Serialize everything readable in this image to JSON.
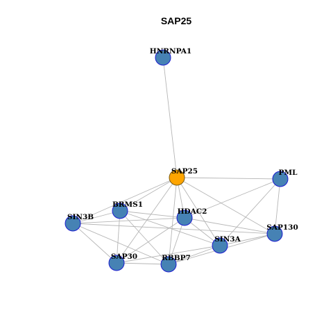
{
  "title": "SAP25",
  "colors": {
    "default_node_fill": "#4682b4",
    "default_node_stroke": "#1c1cd0",
    "highlight_node_fill": "#ffa500",
    "highlight_node_stroke": "#7a5a10",
    "edge": "#b5b5b5"
  },
  "nodes": [
    {
      "id": "HNRNPA1",
      "label": "HNRNPA1",
      "highlight": false
    },
    {
      "id": "SAP25",
      "label": "SAP25",
      "highlight": true
    },
    {
      "id": "PML",
      "label": "PML",
      "highlight": false
    },
    {
      "id": "BRMS1",
      "label": "BRMS1",
      "highlight": false
    },
    {
      "id": "HDAC2",
      "label": "HDAC2",
      "highlight": false
    },
    {
      "id": "SIN3B",
      "label": "SIN3B",
      "highlight": false
    },
    {
      "id": "SAP130",
      "label": "SAP130",
      "highlight": false
    },
    {
      "id": "SIN3A",
      "label": "SIN3A",
      "highlight": false
    },
    {
      "id": "SAP30",
      "label": "SAP30",
      "highlight": false
    },
    {
      "id": "RBBP7",
      "label": "RBBP7",
      "highlight": false
    }
  ],
  "edges": [
    [
      "HNRNPA1",
      "SAP25"
    ],
    [
      "SAP25",
      "PML"
    ],
    [
      "SAP25",
      "BRMS1"
    ],
    [
      "SAP25",
      "HDAC2"
    ],
    [
      "SAP25",
      "SIN3B"
    ],
    [
      "SAP25",
      "SIN3A"
    ],
    [
      "SAP25",
      "SAP130"
    ],
    [
      "SAP25",
      "SAP30"
    ],
    [
      "SAP25",
      "RBBP7"
    ],
    [
      "PML",
      "SIN3A"
    ],
    [
      "PML",
      "SAP130"
    ],
    [
      "PML",
      "HDAC2"
    ],
    [
      "BRMS1",
      "HDAC2"
    ],
    [
      "BRMS1",
      "SIN3B"
    ],
    [
      "BRMS1",
      "SIN3A"
    ],
    [
      "BRMS1",
      "SAP30"
    ],
    [
      "BRMS1",
      "RBBP7"
    ],
    [
      "HDAC2",
      "SIN3B"
    ],
    [
      "HDAC2",
      "SIN3A"
    ],
    [
      "HDAC2",
      "SAP30"
    ],
    [
      "HDAC2",
      "RBBP7"
    ],
    [
      "HDAC2",
      "SAP130"
    ],
    [
      "SIN3B",
      "SAP130"
    ],
    [
      "SIN3B",
      "SAP30"
    ],
    [
      "SIN3B",
      "RBBP7"
    ],
    [
      "SIN3A",
      "SAP130"
    ],
    [
      "SIN3A",
      "SAP30"
    ],
    [
      "SIN3A",
      "RBBP7"
    ],
    [
      "SAP130",
      "RBBP7"
    ],
    [
      "SAP30",
      "RBBP7"
    ]
  ]
}
